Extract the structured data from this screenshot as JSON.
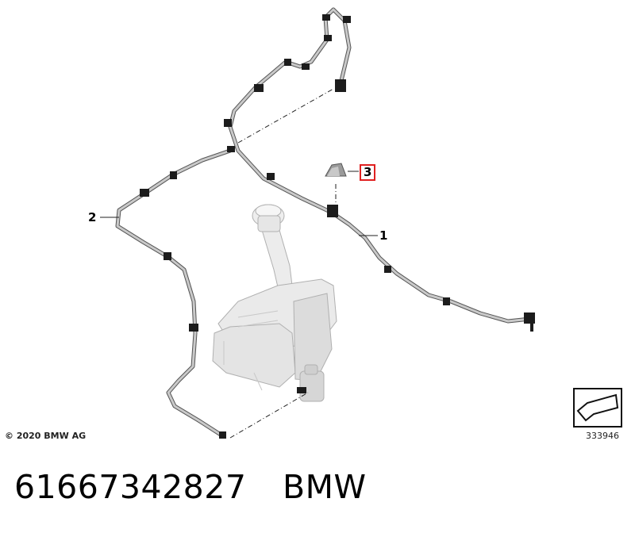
{
  "callouts": {
    "hose_1": "1",
    "hose_2": "2",
    "nozzle_3": "3"
  },
  "copyright": "© 2020 BMW AG",
  "diagram_ref": "333946",
  "part_number": "61667342827",
  "brand": "BMW",
  "colors": {
    "highlight_box": "#e02020",
    "hose": "#b8b8b8",
    "tank": "#e8e8e8",
    "line": "#333333"
  }
}
